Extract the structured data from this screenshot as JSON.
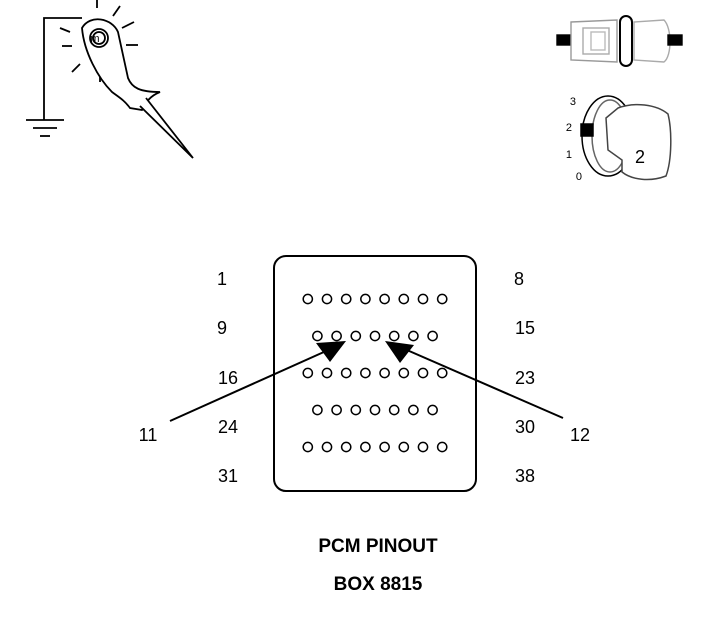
{
  "probe": {
    "tip_label": "m"
  },
  "ignition_key": {
    "positions": [
      "3",
      "2",
      "1",
      "0"
    ],
    "selected": "2"
  },
  "connector": {
    "left_labels": [
      "1",
      "9",
      "16",
      "24",
      "31"
    ],
    "right_labels": [
      "8",
      "15",
      "23",
      "30",
      "38"
    ],
    "row_pin_counts": [
      8,
      7,
      8,
      7,
      8
    ]
  },
  "callouts": {
    "left": "11",
    "right": "12"
  },
  "caption": {
    "title": "PCM PINOUT",
    "subtitle": "BOX 8815"
  }
}
